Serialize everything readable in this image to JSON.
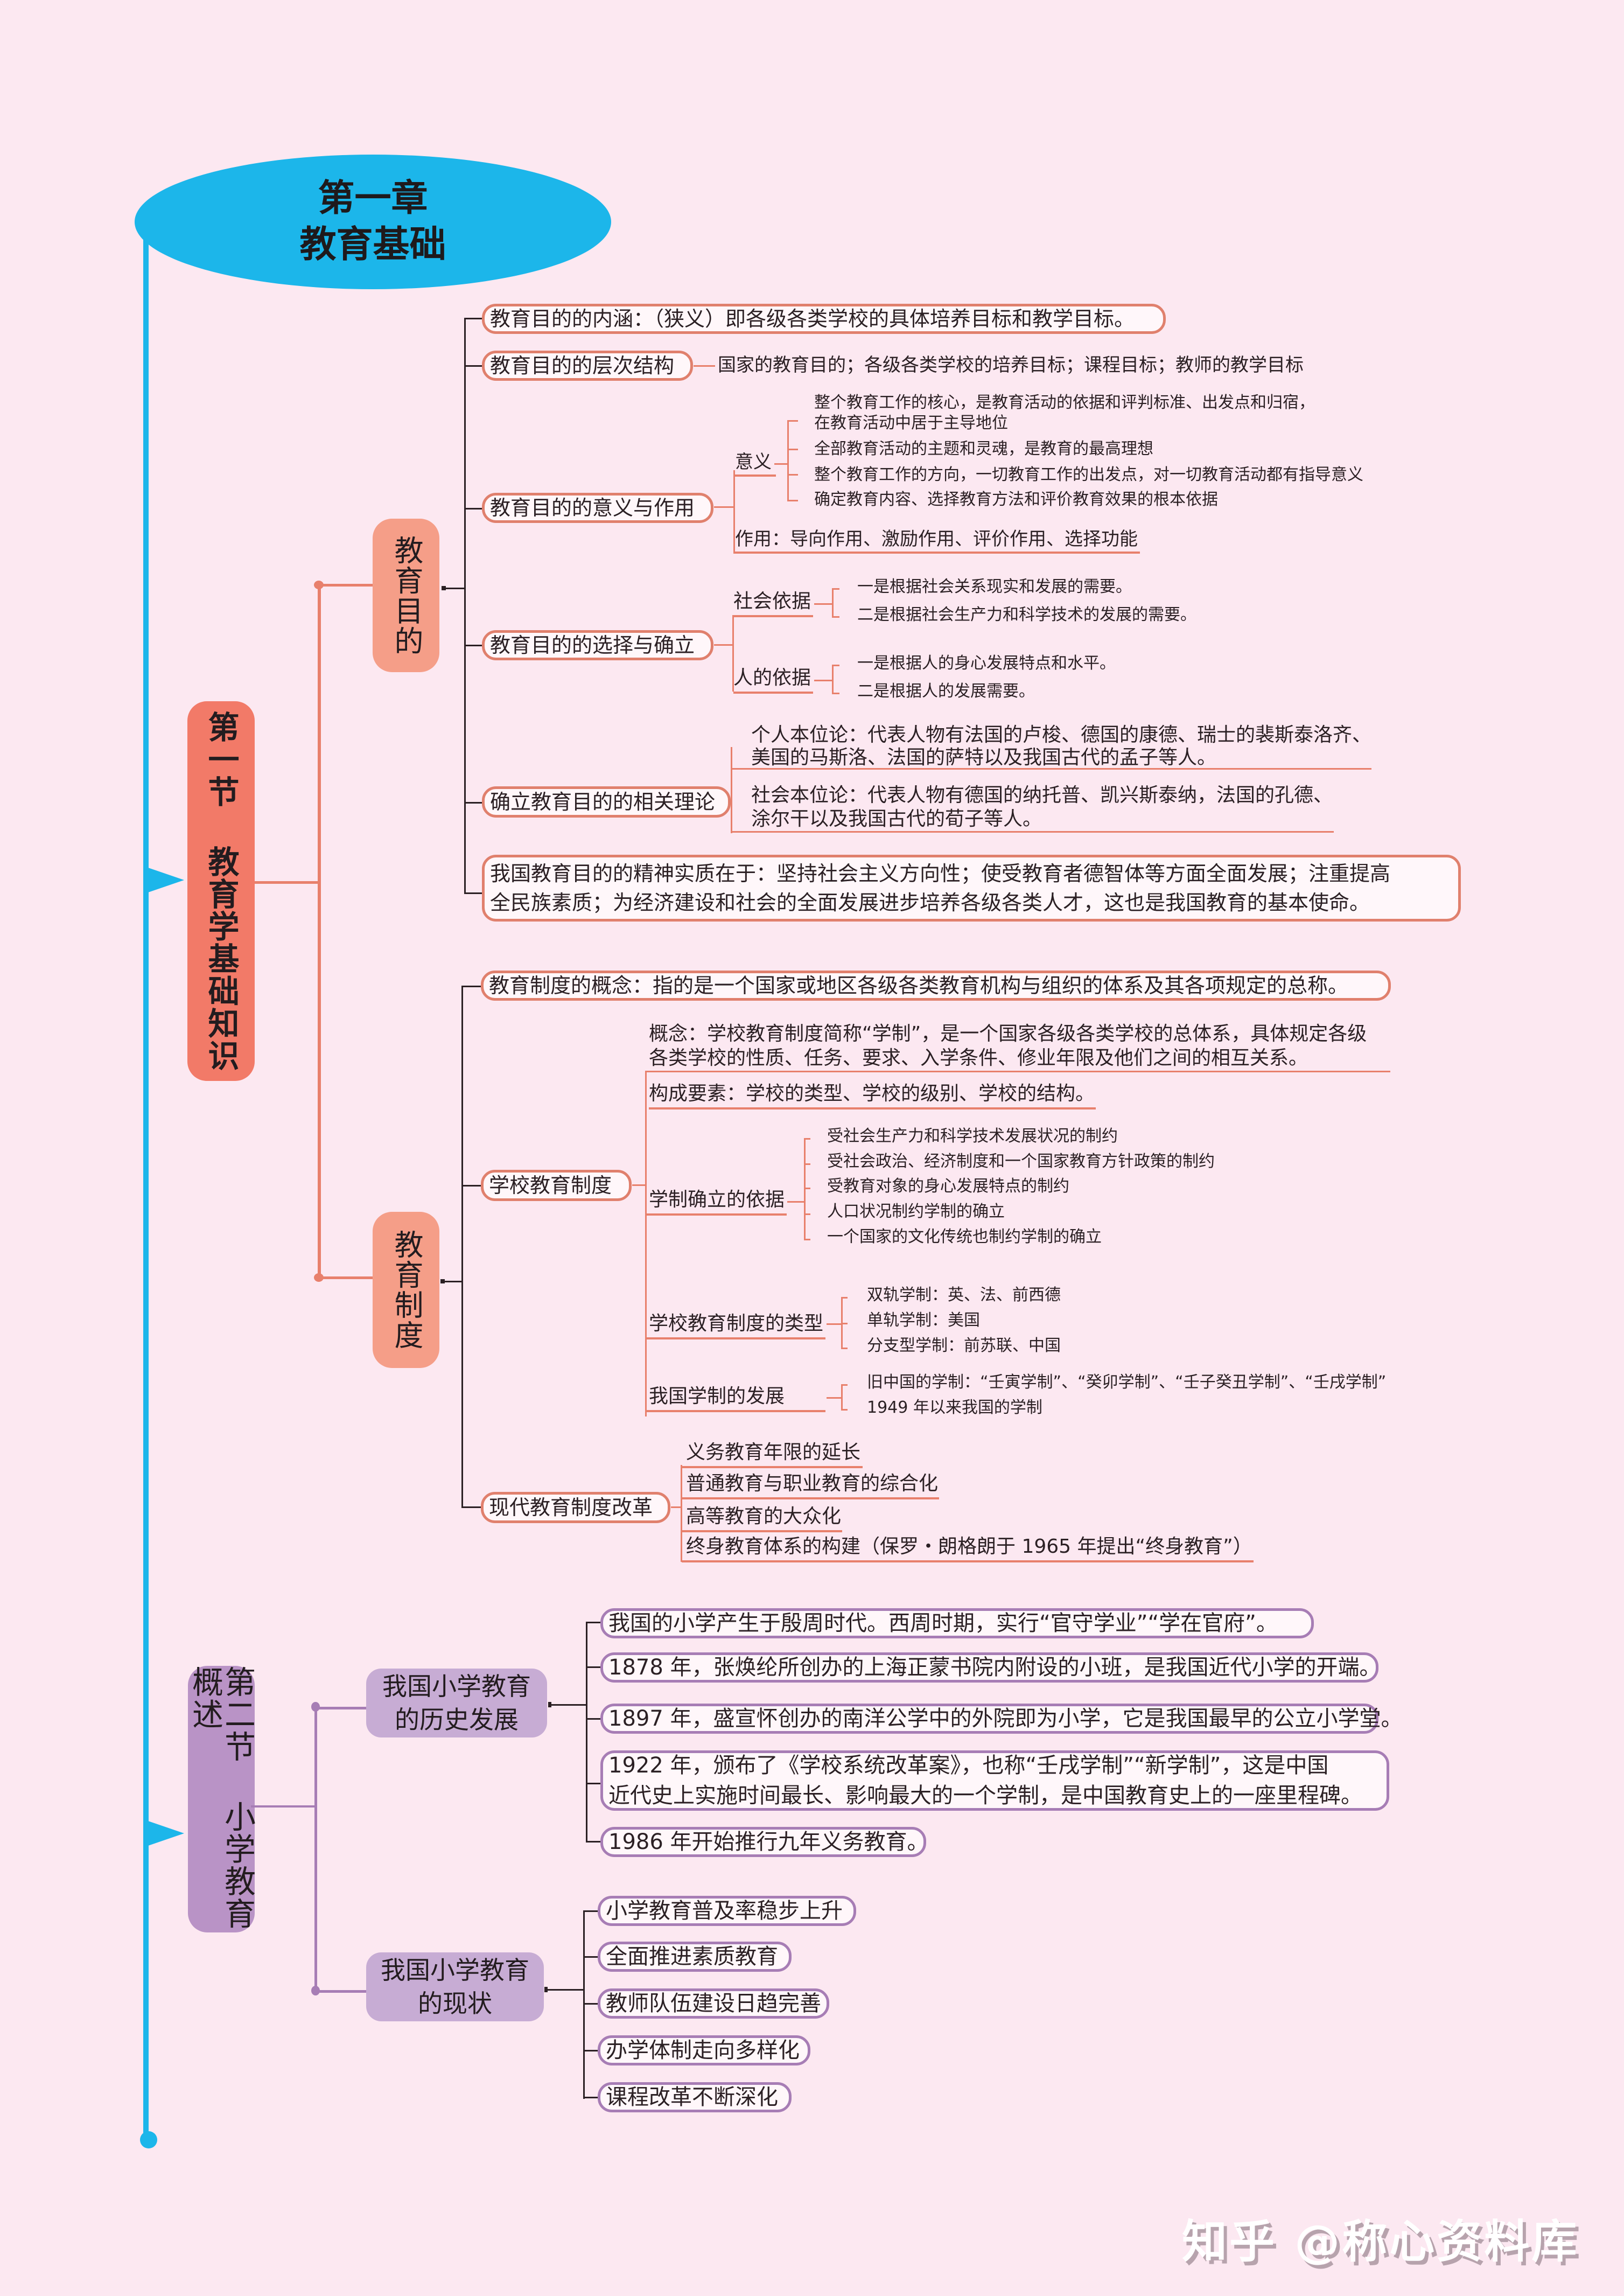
{
  "title": {
    "line1": "第一章",
    "line2": "教育基础"
  },
  "colors": {
    "spine": "#1cb6ea",
    "section1": "#f27a68",
    "section1_sub": "#f59e88",
    "section2": "#b993c6",
    "section2_sub": "#c7acd4",
    "background": "#fce8f1",
    "node_border_orange": "#e0806d",
    "node_border_purple": "#a77db5"
  },
  "section1": {
    "label": "第一节 教育学基础知识",
    "aim": {
      "label": "教育目的",
      "connotation": "教育目的的内涵：（狭义）即各级各类学校的具体培养目标和教学目标。",
      "levels": {
        "label": "教育目的的层次结构",
        "detail": "国家的教育目的；各级各类学校的培养目标；课程目标；教师的教学目标"
      },
      "significance": {
        "label": "教育目的的意义与作用",
        "meaning_label": "意义",
        "meaning_items": [
          "整个教育工作的核心，是教育活动的依据和评判标准、出发点和归宿，",
          "在教育活动中居于主导地位",
          "全部教育活动的主题和灵魂，是教育的最高理想",
          "整个教育工作的方向，一切教育工作的出发点，对一切教育活动都有指导意义",
          "确定教育内容、选择教育方法和评价教育效果的根本依据"
        ],
        "function": "作用：导向作用、激励作用、评价作用、选择功能"
      },
      "selection": {
        "label": "教育目的的选择与确立",
        "social_label": "社会依据",
        "social_items": [
          "一是根据社会关系现实和发展的需要。",
          "二是根据社会生产力和科学技术的发展的需要。"
        ],
        "human_label": "人的依据",
        "human_items": [
          "一是根据人的身心发展特点和水平。",
          "二是根据人的发展需要。"
        ]
      },
      "theories": {
        "label": "确立教育目的的相关理论",
        "individual_1": "个人本位论：代表人物有法国的卢梭、德国的康德、瑞士的裴斯泰洛齐、",
        "individual_2": "美国的马斯洛、法国的萨特以及我国古代的孟子等人。",
        "social_1": "社会本位论：代表人物有德国的纳托普、凯兴斯泰纳，法国的孔德、",
        "social_2": "涂尔干以及我国古代的荀子等人。"
      },
      "essence_1": "我国教育目的的精神实质在于：坚持社会主义方向性；使受教育者德智体等方面全面发展；注重提高",
      "essence_2": "全民族素质；为经济建设和社会的全面发展进步培养各级各类人才，这也是我国教育的基本使命。"
    },
    "system": {
      "label": "教育制度",
      "concept": "教育制度的概念：指的是一个国家或地区各级各类教育机构与组织的体系及其各项规定的总称。",
      "school": {
        "label": "学校教育制度",
        "concept_1": "概念：学校教育制度简称“学制”，是一个国家各级各类学校的总体系，具体规定各级",
        "concept_2": "各类学校的性质、任务、要求、入学条件、修业年限及他们之间的相互关系。",
        "elements": "构成要素：学校的类型、学校的级别、学校的结构。",
        "basis_label": "学制确立的依据",
        "basis_items": [
          "受社会生产力和科学技术发展状况的制约",
          "受社会政治、经济制度和一个国家教育方针政策的制约",
          "受教育对象的身心发展特点的制约",
          "人口状况制约学制的确立",
          "一个国家的文化传统也制约学制的确立"
        ],
        "types_label": "学校教育制度的类型",
        "types_items": [
          "双轨学制：英、法、前西德",
          "单轨学制：美国",
          "分支型学制：前苏联、中国"
        ],
        "dev_label": "我国学制的发展",
        "dev_items": [
          "旧中国的学制：“壬寅学制”、“癸卯学制”、“壬子癸丑学制”、“壬戌学制”",
          "1949 年以来我国的学制"
        ]
      },
      "reform": {
        "label": "现代教育制度改革",
        "items": [
          "义务教育年限的延长",
          "普通教育与职业教育的综合化",
          "高等教育的大众化",
          "终身教育体系的构建（保罗・朗格朗于 1965 年提出“终身教育”）"
        ]
      }
    }
  },
  "section2": {
    "label": "第二节 小学教育概述",
    "history": {
      "label": "我国小学教育的历史发展",
      "items": [
        "我国的小学产生于殷周时代。西周时期，实行“官守学业”“学在官府”。",
        "1878 年，张焕纶所创办的上海正蒙书院内附设的小班，是我国近代小学的开端。",
        "1897 年，盛宣怀创办的南洋公学中的外院即为小学，它是我国最早的公立小学堂。",
        "1922 年，颁布了《学校系统改革案》，也称“壬戌学制”“新学制”，这是中国",
        "近代史上实施时间最长、影响最大的一个学制，是中国教育史上的一座里程碑。",
        "1986 年开始推行九年义务教育。"
      ]
    },
    "status": {
      "label": "我国小学教育的现状",
      "items": [
        "小学教育普及率稳步上升",
        "全面推进素质教育",
        "教师队伍建设日趋完善",
        "办学体制走向多样化",
        "课程改革不断深化"
      ]
    }
  },
  "watermark": "知乎 @称心资料库"
}
